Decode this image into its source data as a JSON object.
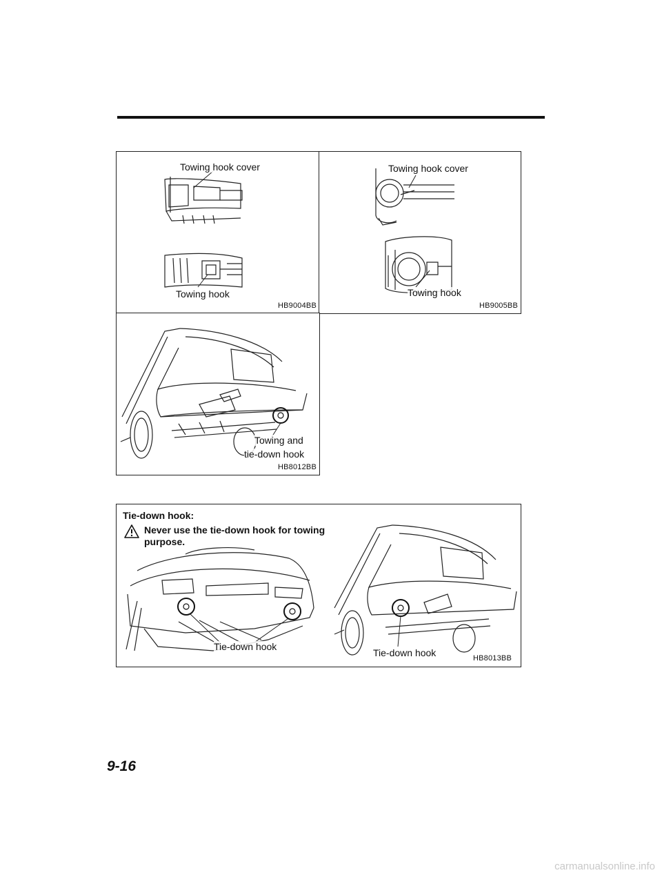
{
  "figures": {
    "sedan_towing": {
      "cover_label": "Towing hook cover",
      "hook_label": "Towing hook",
      "code": "HB9004BB"
    },
    "wagon_towing": {
      "cover_label": "Towing hook cover",
      "hook_label": "Towing hook",
      "code": "HB9005BB"
    },
    "rear_towing": {
      "label_line1": "Towing and",
      "label_line2": "tie-down hook",
      "code": "HB8012BB"
    },
    "tie_down": {
      "title": "Tie-down hook:",
      "warning": "Never use the tie-down hook for towing purpose.",
      "left_label": "Tie-down hook",
      "right_label": "Tie-down hook",
      "code": "HB8013BB"
    }
  },
  "page_number": "9-16",
  "watermark": "carmanualsonline.info"
}
